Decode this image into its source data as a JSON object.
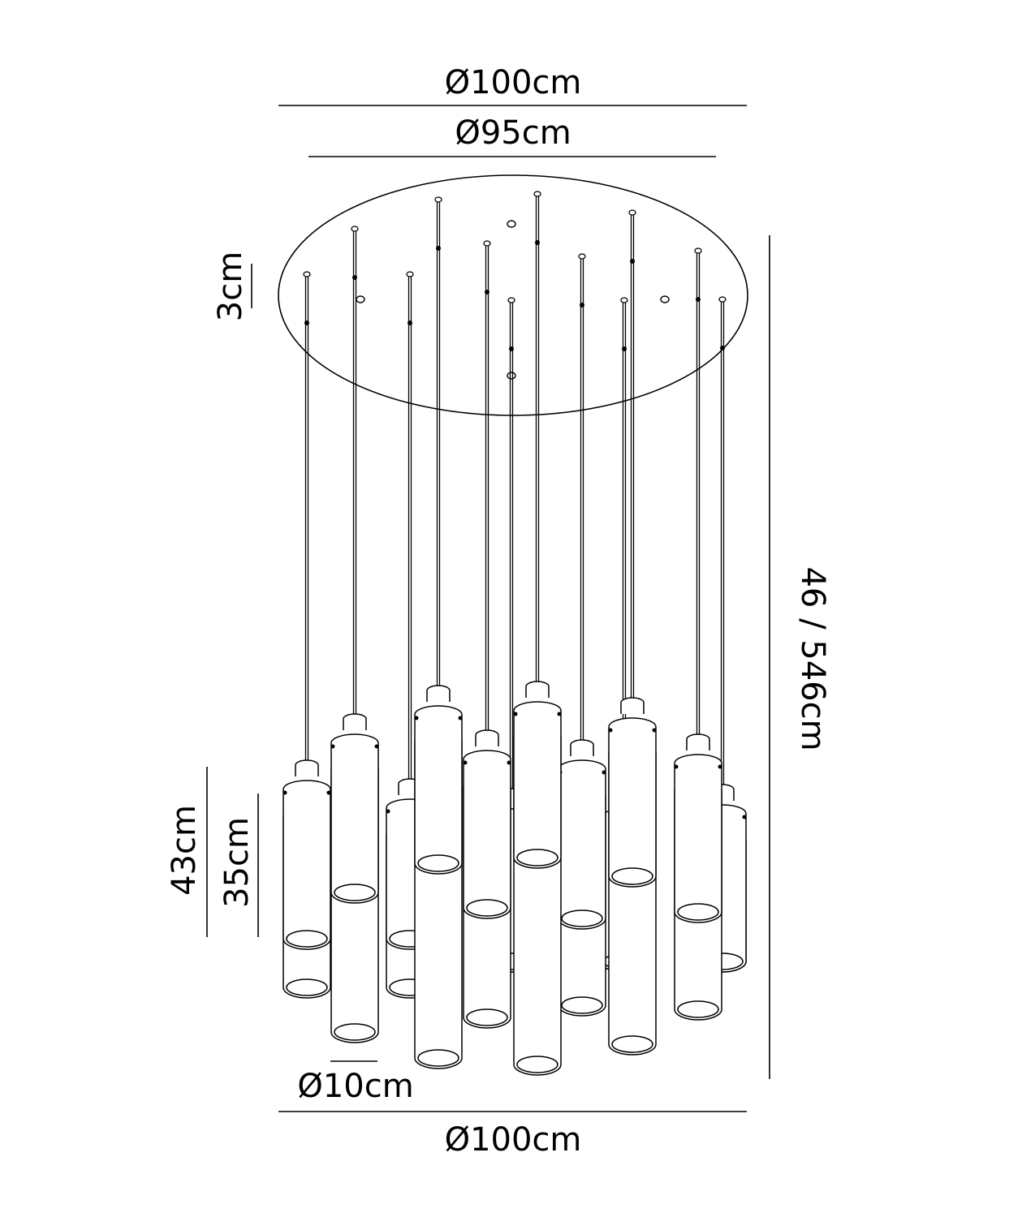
{
  "dimensions": {
    "top_outer_diameter": "Ø100cm",
    "top_canopy_diameter": "Ø95cm",
    "canopy_thickness": "3cm",
    "drop_height": "46 / 546cm",
    "long_shade_height": "43cm",
    "short_shade_height": "35cm",
    "shade_diameter": "Ø10cm",
    "bottom_outer_diameter": "Ø100cm"
  },
  "colors": {
    "line": "#000000",
    "background": "#ffffff"
  }
}
